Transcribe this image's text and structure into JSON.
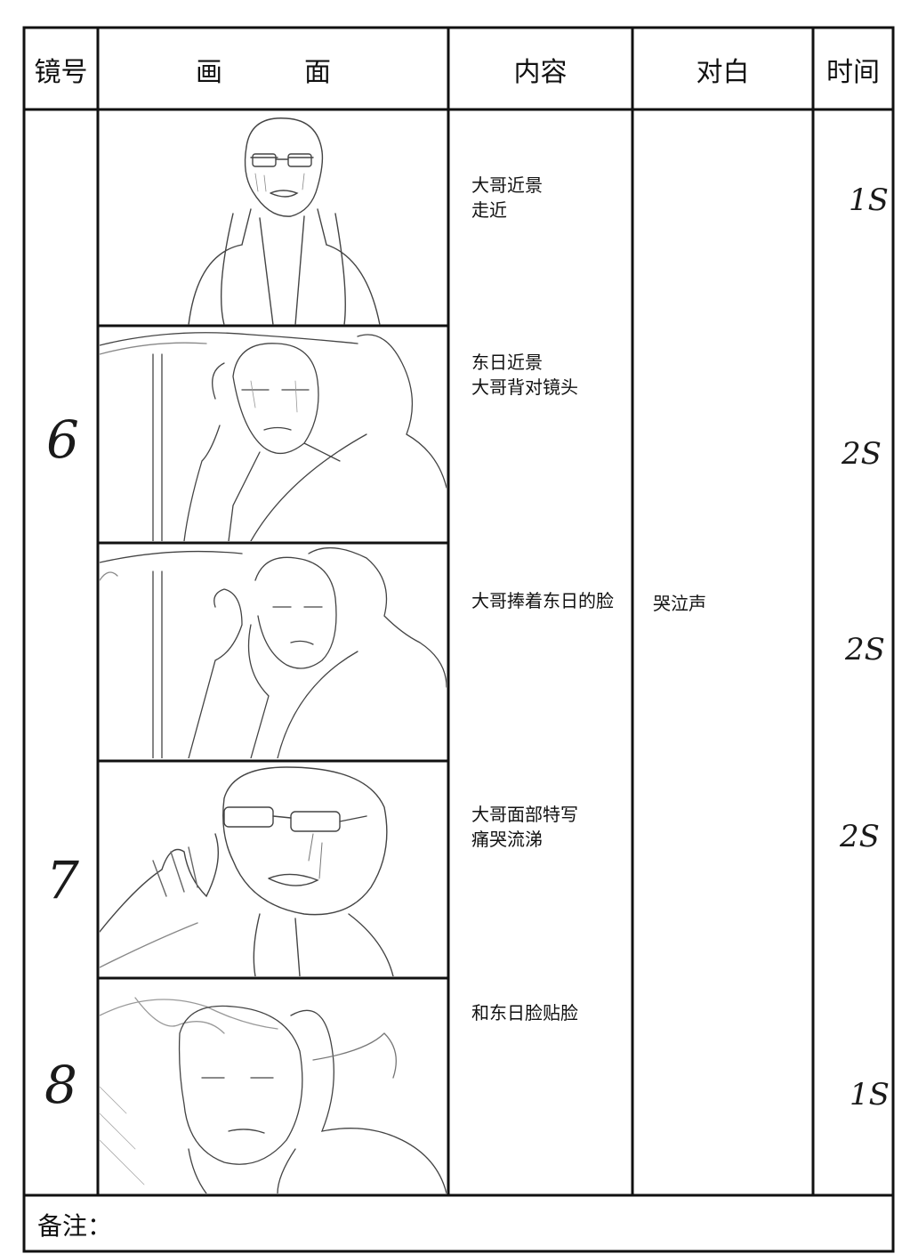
{
  "header": {
    "shot_no": "镜号",
    "picture_left": "画",
    "picture_right": "面",
    "content": "内容",
    "dialogue": "对白",
    "time": "时间"
  },
  "shot_numbers": [
    "6",
    "7",
    "8"
  ],
  "panels": [
    {
      "content": "大哥近景\n走近",
      "time": "1S"
    },
    {
      "content": "东日近景\n大哥背对镜头",
      "time": "2S"
    },
    {
      "content": "大哥捧着东日的脸",
      "time": "2S"
    },
    {
      "content": "大哥面部特写\n痛哭流涕",
      "time": "2S"
    },
    {
      "content": "和东日脸贴脸",
      "time": "1S"
    }
  ],
  "dialogue": "哭泣声",
  "footer": {
    "note_label": "备注："
  }
}
